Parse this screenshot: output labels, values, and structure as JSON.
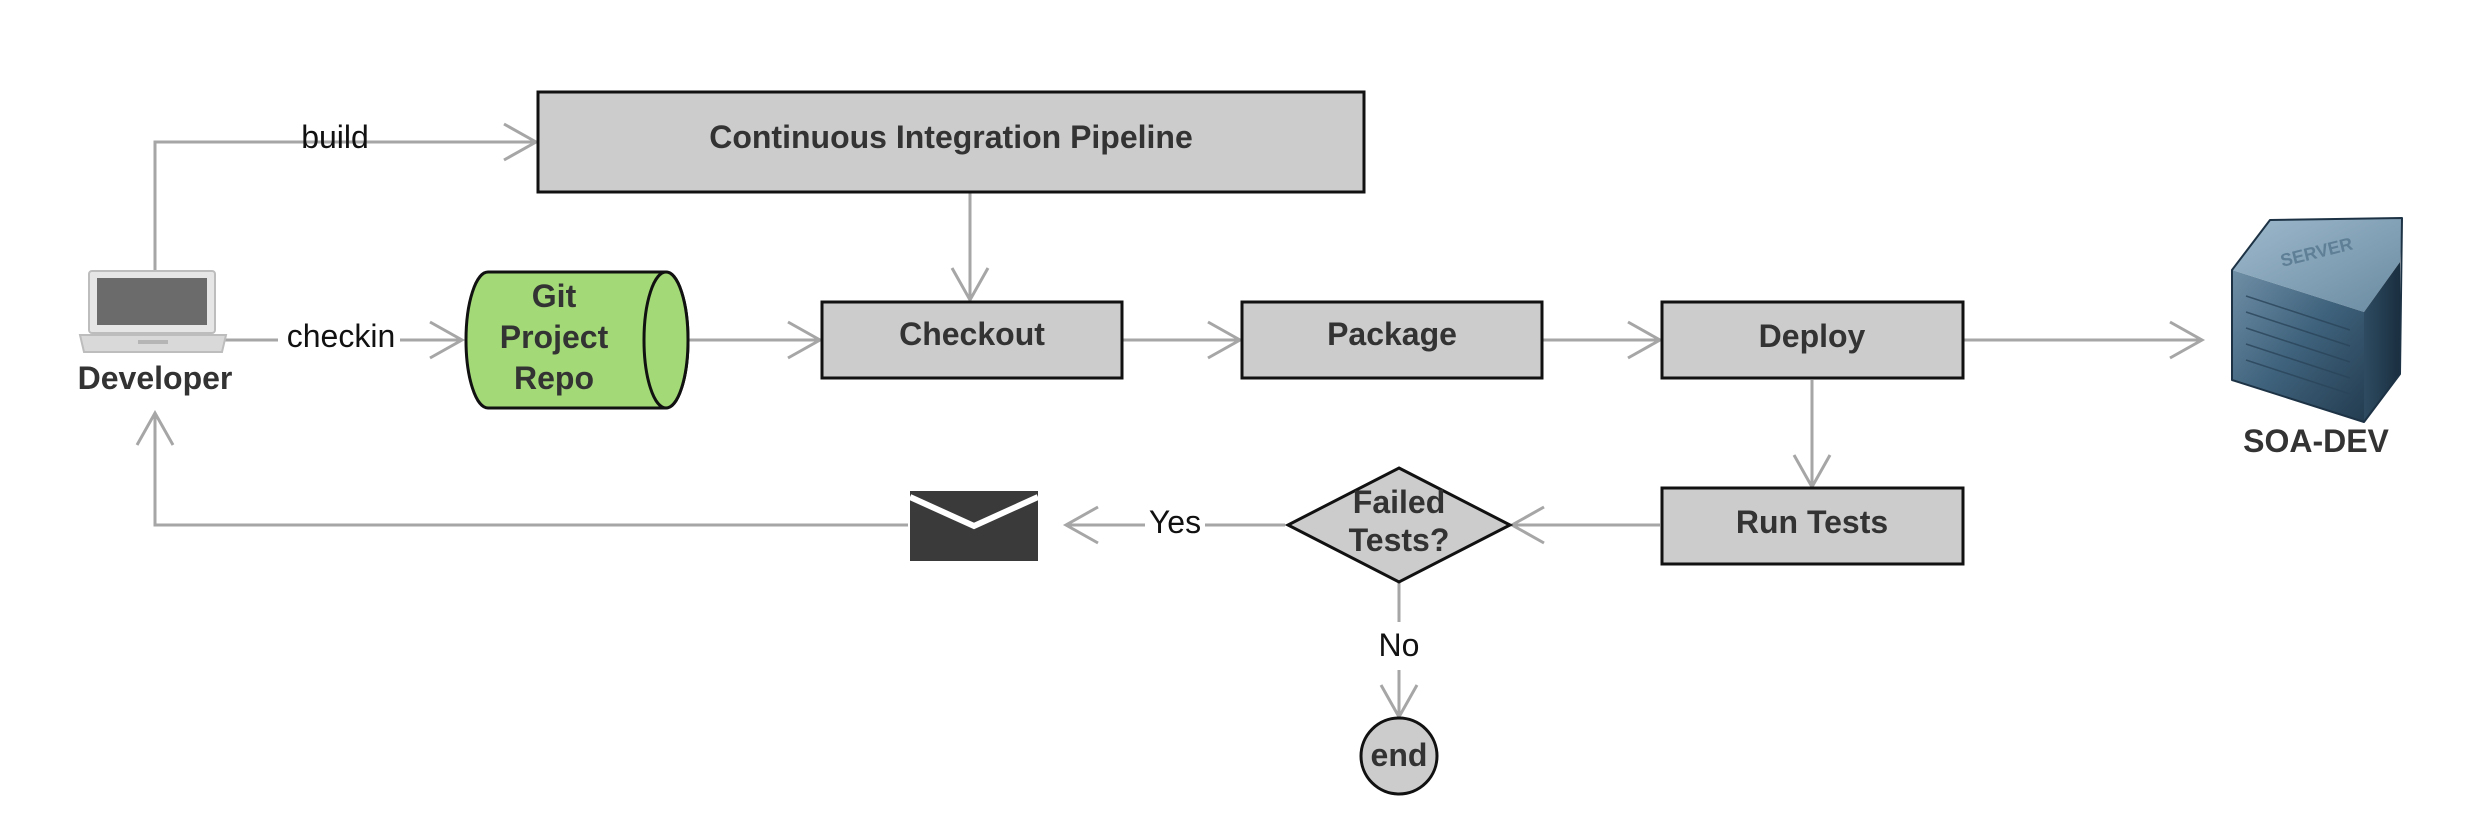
{
  "diagram": {
    "nodes": {
      "developer": {
        "label": "Developer",
        "icon": "laptop-icon"
      },
      "ci_pipeline": {
        "label": "Continuous Integration Pipeline"
      },
      "git_repo": {
        "line1": "Git",
        "line2": "Project",
        "line3": "Repo"
      },
      "checkout": {
        "label": "Checkout"
      },
      "package": {
        "label": "Package"
      },
      "deploy": {
        "label": "Deploy"
      },
      "server": {
        "label": "SOA-DEV",
        "icon": "server-icon",
        "icon_text": "SERVER"
      },
      "run_tests": {
        "label": "Run Tests"
      },
      "failed_tests": {
        "line1": "Failed",
        "line2": "Tests?"
      },
      "email": {
        "icon": "envelope-icon"
      },
      "end": {
        "label": "end"
      }
    },
    "edges": {
      "build": "build",
      "checkin": "checkin",
      "yes": "Yes",
      "no": "No"
    },
    "colors": {
      "box_fill": "#cccccc",
      "repo_fill": "#a3d977",
      "arrow": "#a6a6a6",
      "text": "#333333",
      "envelope": "#3a3a3a",
      "server": "#4e6f86"
    }
  }
}
